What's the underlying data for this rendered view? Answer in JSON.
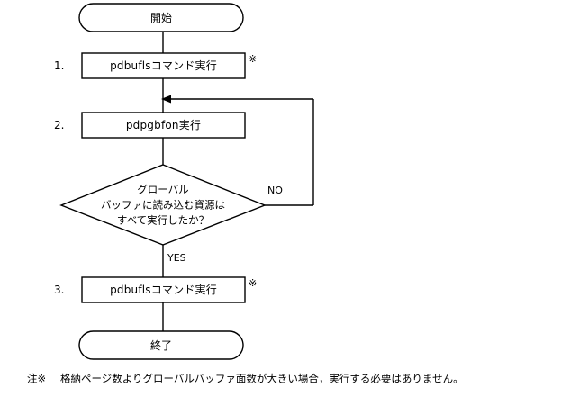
{
  "diagram": {
    "type": "flowchart",
    "title": "",
    "note_mark_symbol": "※",
    "nodes": [
      {
        "id": "start",
        "shape": "terminator",
        "label": "開始",
        "step_number": "",
        "note_mark": ""
      },
      {
        "id": "step1",
        "shape": "process",
        "label": "pdbuflsコマンド実行",
        "step_number": "1.",
        "note_mark": "※"
      },
      {
        "id": "step2",
        "shape": "process",
        "label": "pdpgbfon実行",
        "step_number": "2.",
        "note_mark": ""
      },
      {
        "id": "decision",
        "shape": "decision",
        "label_lines": [
          "グローバル",
          "バッファに読み込む資源は",
          "すべて実行したか？"
        ],
        "step_number": "",
        "note_mark": ""
      },
      {
        "id": "step3",
        "shape": "process",
        "label": "pdbuflsコマンド実行",
        "step_number": "3.",
        "note_mark": "※"
      },
      {
        "id": "end",
        "shape": "terminator",
        "label": "終了",
        "step_number": "",
        "note_mark": ""
      }
    ],
    "branch_labels": {
      "no": "NO",
      "yes": "YES"
    }
  },
  "footnote": {
    "marker": "注※",
    "text": "格納ページ数よりグローバルバッファ面数が大きい場合，実行する必要はありません。"
  },
  "colors": {
    "background": "#ffffff",
    "stroke": "#000000",
    "text": "#000000"
  }
}
